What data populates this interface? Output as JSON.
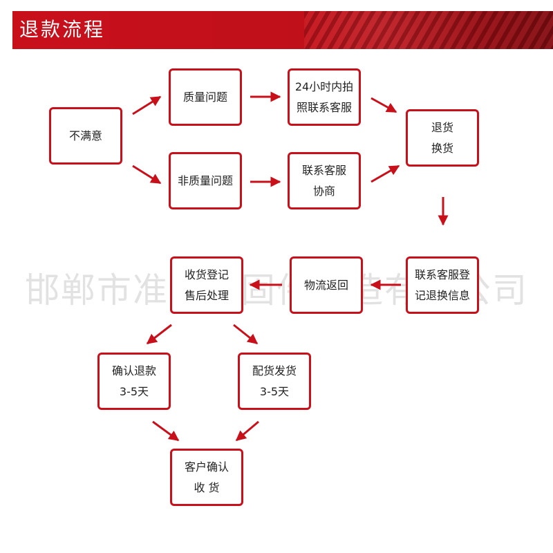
{
  "header": {
    "title": "退款流程"
  },
  "watermark": "邯郸市准和紧固件制造有限公司",
  "accent_color": "#c8101b",
  "nodes": {
    "dissatisfied": {
      "line1": "不满意"
    },
    "quality_issue": {
      "line1": "质量问题"
    },
    "contact_24h": {
      "line1": "24小时内拍",
      "line2": "照联系客服"
    },
    "return_exchange": {
      "line1": "退货",
      "line2": "换货"
    },
    "non_quality_issue": {
      "line1": "非质量问题"
    },
    "negotiate": {
      "line1": "联系客服",
      "line2": "协商"
    },
    "register_info": {
      "line1": "联系客服登",
      "line2": "记退换信息"
    },
    "logistics_return": {
      "line1": "物流返回"
    },
    "receive_register": {
      "line1": "收货登记",
      "line2": "售后处理"
    },
    "confirm_refund": {
      "line1": "确认退款",
      "line2": "3-5天"
    },
    "reship": {
      "line1": "配货发货",
      "line2": "3-5天"
    },
    "customer_confirm": {
      "line1": "客户确认",
      "line2": "收 货"
    }
  }
}
